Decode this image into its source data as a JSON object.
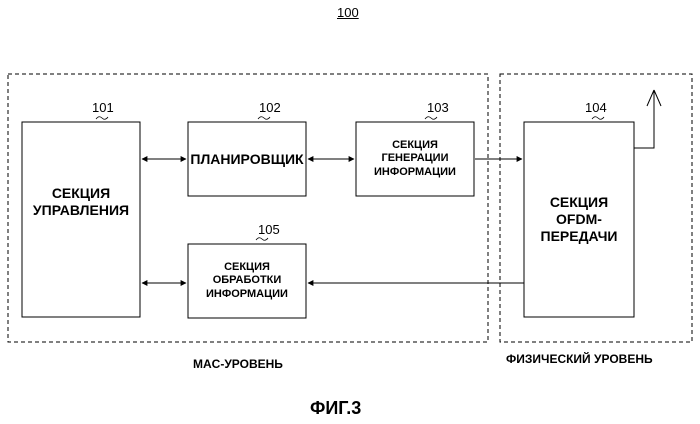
{
  "figure": {
    "ref_main": "100",
    "caption": "ФИГ.3"
  },
  "regions": {
    "mac_label": "MAC-УРОВЕНЬ",
    "phy_label": "ФИЗИЧЕСКИЙ УРОВЕНЬ"
  },
  "blocks": {
    "control": {
      "ref": "101",
      "label": "СЕКЦИЯ\nУПРАВЛЕНИЯ"
    },
    "scheduler": {
      "ref": "102",
      "label": "ПЛАНИРОВЩИК"
    },
    "info_gen": {
      "ref": "103",
      "label": "СЕКЦИЯ\nГЕНЕРАЦИИ\nИНФОРМАЦИИ"
    },
    "ofdm_tx": {
      "ref": "104",
      "label": "СЕКЦИЯ\nOFDM-\nПЕРЕДАЧИ"
    },
    "info_proc": {
      "ref": "105",
      "label": "СЕКЦИЯ\nОБРАБОТКИ\nИНФОРМАЦИИ"
    }
  }
}
